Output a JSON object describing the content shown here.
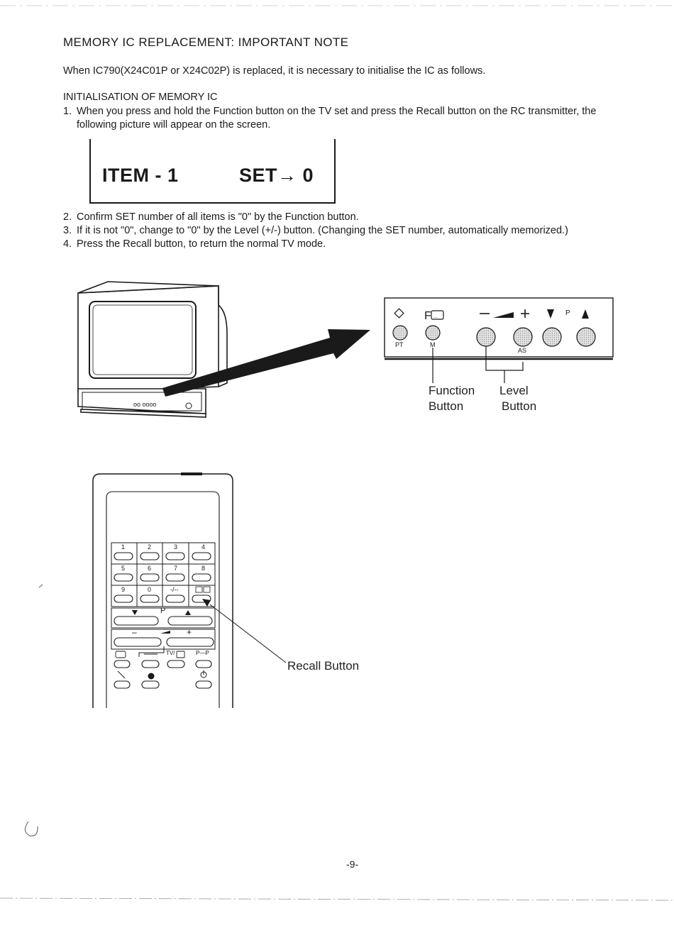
{
  "document": {
    "title": "MEMORY IC REPLACEMENT: IMPORTANT NOTE",
    "intro": "When IC790(X24C01P or X24C02P) is replaced, it is necessary to initialise the IC as follows.",
    "subheading": "INITIALISATION OF MEMORY IC",
    "steps": [
      {
        "num": "1.",
        "line1": "When you press and hold the Function button on the TV set and press the Recall button on the RC transmitter, the",
        "line2": "following picture will appear on the screen."
      },
      {
        "num": "2.",
        "line1": "Confirm SET number of all items is \"0\" by the Function button."
      },
      {
        "num": "3.",
        "line1": "If it is not \"0\", change to \"0\" by the Level (+/-) button. (Changing the SET number, automatically memorized.)"
      },
      {
        "num": "4.",
        "line1": "Press the Recall button,  to return the normal TV mode."
      }
    ],
    "screen": {
      "item": "ITEM - 1",
      "set": "SET→ 0"
    },
    "page_number": "-9-"
  },
  "tv_panel": {
    "labels": {
      "pt": "PT",
      "m": "M",
      "as": "AS",
      "p": "P"
    },
    "function_label": {
      "line1": "Function",
      "line2": "Button"
    },
    "level_label": {
      "line1": "Level",
      "line2": "Button"
    }
  },
  "remote": {
    "keys_row1": [
      "1",
      "2",
      "3",
      "4"
    ],
    "keys_row2": [
      "5",
      "6",
      "7",
      "8"
    ],
    "keys_row3": [
      "9",
      "0",
      "-/--"
    ],
    "p_label": "P",
    "minus": "–",
    "plus": "+",
    "bottom_labels": [
      "TV/",
      "P—P"
    ],
    "recall_label": "Recall Button"
  }
}
